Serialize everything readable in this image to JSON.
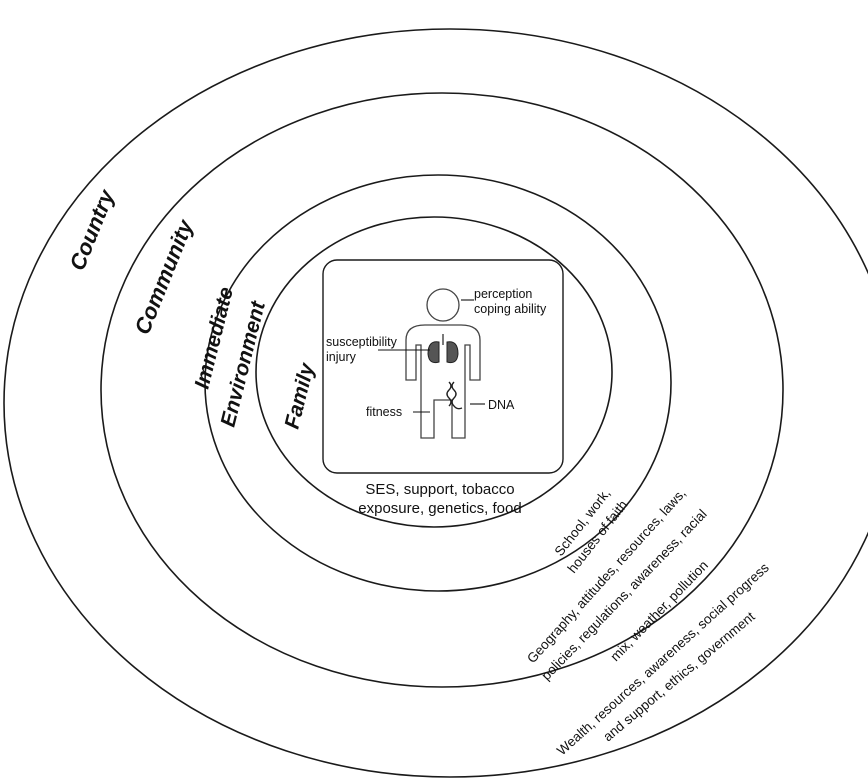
{
  "rings": {
    "country": "Country",
    "community": "Community",
    "immediate_environment_line1": "Immediate",
    "immediate_environment_line2": "Environment",
    "family": "Family"
  },
  "individual": {
    "perception": "perception",
    "coping": "coping ability",
    "susceptibility": "susceptibility",
    "injury": "injury",
    "fitness": "fitness",
    "dna": "DNA"
  },
  "descriptions": {
    "family_line1": "SES, support, tobacco",
    "family_line2": "exposure, genetics, food",
    "immediate_line1": "School, work,",
    "immediate_line2": "houses of faith",
    "community_line1": "Geography, attitudes, resources, laws,",
    "community_line2": "policies, regulations, awareness, racial",
    "community_line3": "mix, weather, pollution",
    "country_line1": "Wealth, resources, awareness, social progress",
    "country_line2": "and support, ethics, government"
  },
  "colors": {
    "ring_stroke": "#1a1a1a",
    "lungs_fill": "#555555",
    "text": "#111111"
  }
}
